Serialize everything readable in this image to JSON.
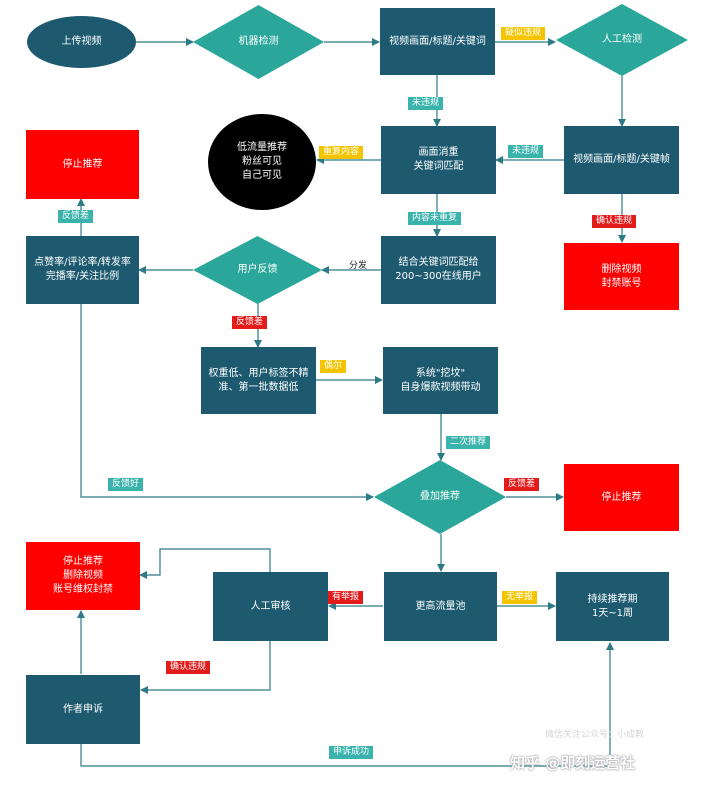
{
  "colors": {
    "node": "#1d5a70",
    "diamond": "#2aa79a",
    "stop": "#ff0000",
    "line": "#2c7b86",
    "tag_teal": "#3ab3ad",
    "tag_yellow": "#f5c400",
    "tag_red": "#e31b1b"
  },
  "nodes": {
    "upload": "上传视频",
    "machine": "机器检测",
    "title_kw": "视频画面/标题/关键词",
    "human1": "人工检测",
    "dedup": "画面消重\n关键词匹配",
    "lowflow": "低流量推荐\n粉丝可见\n自己可见",
    "frames": "视频画面/标题/关键帧",
    "delete_ban": "删除视频\n封禁账号",
    "stop1": "停止推荐",
    "metrics": "点赞率/评论率/转发率\n完播率/关注比例",
    "feedback": "用户反馈",
    "match": "结合关键词匹配给\n200~300在线用户",
    "lowweight": "权重低、用户标签不精\n准、第一批数据低",
    "dig": "系统\"挖坟\"\n自身爆款视频带动",
    "stack": "叠加推荐",
    "stop2": "停止推荐",
    "stop_delete": "停止推荐\n删除视频\n账号维权封禁",
    "review": "人工审核",
    "higher": "更高流量池",
    "sustain": "持续推荐期\n1天~1周",
    "appeal": "作者申诉"
  },
  "labels": {
    "suspected": "疑似违规",
    "no_violation1": "未违规",
    "no_violation2": "未违规",
    "dup": "重复内容",
    "confirm1": "确认违规",
    "fb_bad1": "反馈差",
    "distribute": "分发",
    "content_ok": "内容未重复",
    "fb_bad2": "反馈差",
    "rarely": "偶尔",
    "second_rec": "二次推荐",
    "fb_good": "反馈好",
    "fb_bad3": "反馈差",
    "reported": "有举报",
    "not_reported": "无举报",
    "confirm2": "确认违规",
    "appeal_ok": "申诉成功"
  },
  "watermark": {
    "main": "知乎 @即刻运营社",
    "faint": "微信关注公众号：小成教"
  }
}
